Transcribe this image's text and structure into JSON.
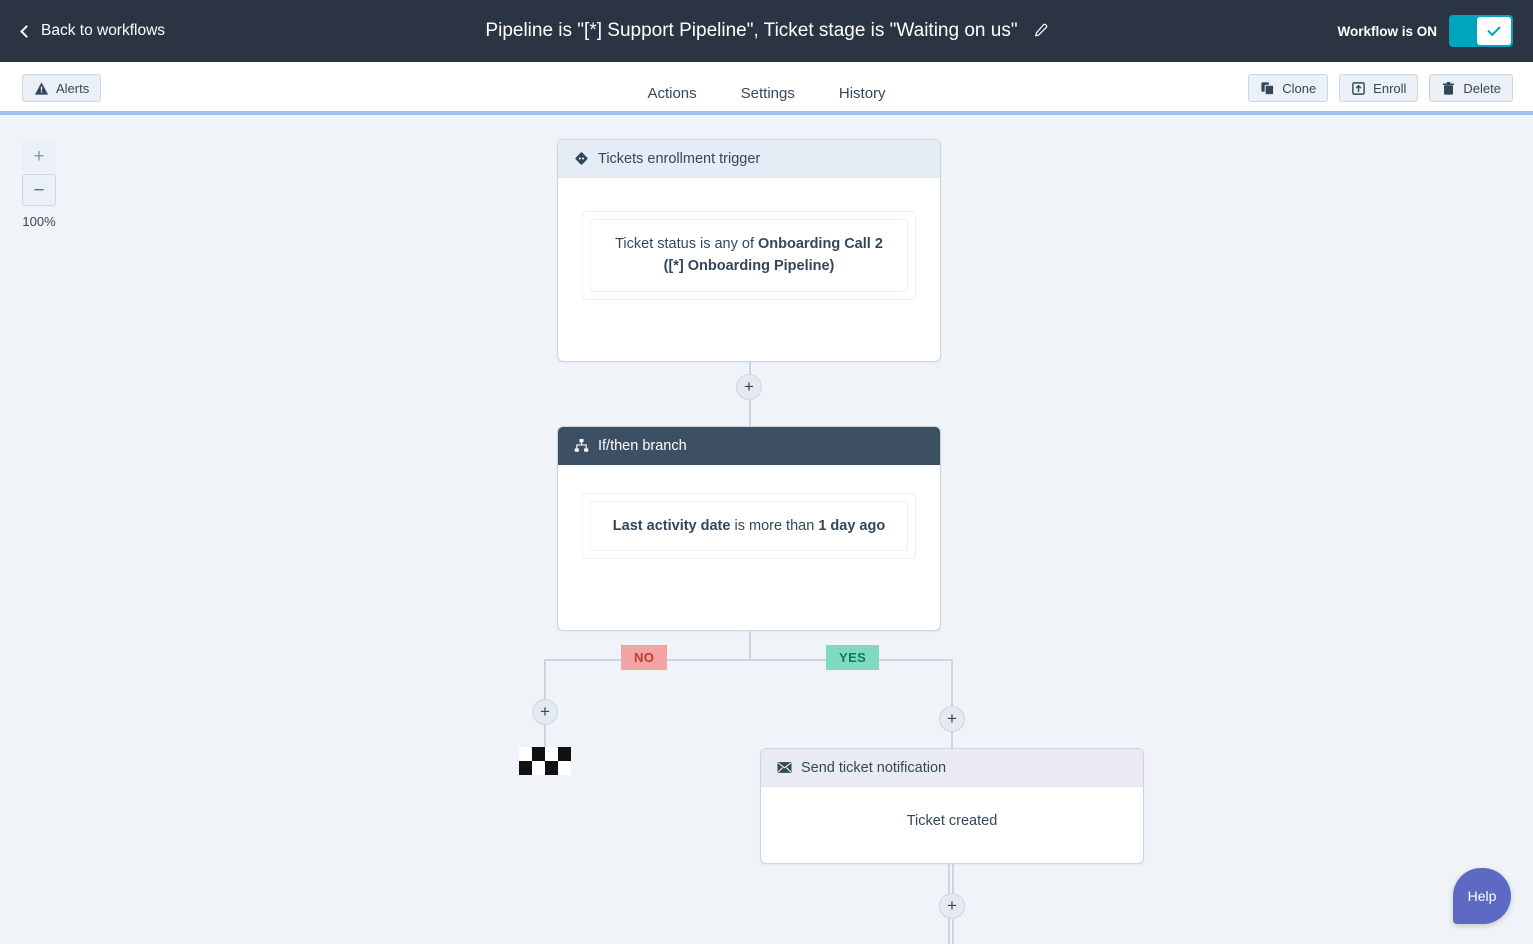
{
  "topbar": {
    "back_label": "Back to workflows",
    "back_icon": "chevron-left-icon",
    "title": "Pipeline is \"[*] Support Pipeline\", Ticket stage is \"Waiting on us\"",
    "edit_icon": "pencil-icon",
    "toggle_label": "Workflow is ON",
    "toggle_state": "on",
    "toggle_color": "#00a4bd"
  },
  "subbar": {
    "alerts_label": "Alerts",
    "alerts_icon": "warning-triangle-icon",
    "tabs": [
      {
        "label": "Actions",
        "active": true
      },
      {
        "label": "Settings",
        "active": false
      },
      {
        "label": "History",
        "active": false
      }
    ],
    "actions": [
      {
        "label": "Clone",
        "icon": "copy-icon"
      },
      {
        "label": "Enroll",
        "icon": "enroll-box-icon"
      },
      {
        "label": "Delete",
        "icon": "trash-icon"
      }
    ]
  },
  "canvas": {
    "zoom": {
      "in_label": "+",
      "out_label": "−",
      "percent": "100%"
    },
    "nodes": {
      "trigger": {
        "header": "Tickets enrollment trigger",
        "icon": "enrollment-trigger-icon",
        "criteria_prefix": "Ticket status is any of ",
        "criteria_value": "Onboarding Call 2 ([*] Onboarding Pipeline)"
      },
      "branch": {
        "header": "If/then branch",
        "icon": "branch-tree-icon",
        "criteria_prefix": "Last activity date",
        "criteria_mid": " is more than ",
        "criteria_value": "1 day ago"
      },
      "email": {
        "header": "Send ticket notification",
        "icon": "envelope-icon",
        "body": "Ticket created"
      }
    },
    "branch_labels": {
      "no": "NO",
      "yes": "YES"
    },
    "plus_label": "+",
    "colors": {
      "no_badge_bg": "#f2a4a4",
      "no_badge_text": "#c0392b",
      "yes_badge_bg": "#7fdbc0",
      "yes_badge_text": "#0c7a5e",
      "connector": "#cbd6e2",
      "branch_header": "#3c4f63"
    }
  },
  "help": {
    "label": "Help",
    "color": "#5c6ac4"
  }
}
